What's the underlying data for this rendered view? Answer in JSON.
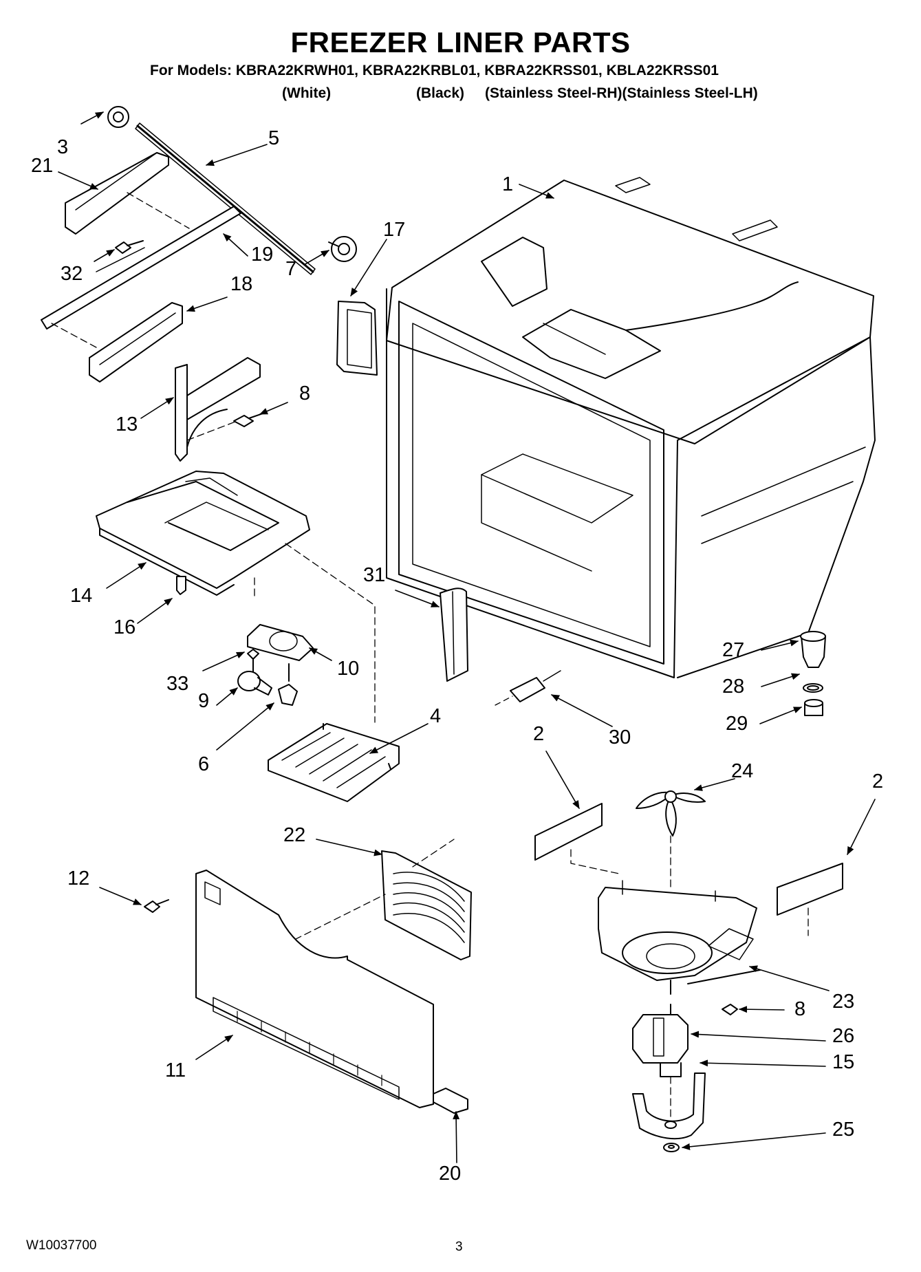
{
  "title": "FREEZER LINER PARTS",
  "models_line": "For Models: KBRA22KRWH01, KBRA22KRBL01, KBRA22KRSS01, KBLA22KRSS01",
  "variants": [
    "(White)",
    "(Black)",
    "(Stainless Steel-RH)(Stainless Steel-LH)"
  ],
  "callouts": [
    "3",
    "5",
    "21",
    "1",
    "17",
    "32",
    "19",
    "7",
    "18",
    "8",
    "13",
    "14",
    "31",
    "16",
    "10",
    "33",
    "27",
    "28",
    "9",
    "30",
    "29",
    "4",
    "6",
    "2",
    "24",
    "2",
    "22",
    "12",
    "23",
    "8",
    "26",
    "15",
    "11",
    "25",
    "20"
  ],
  "footer": {
    "doc_number": "W10037700",
    "page": "3"
  }
}
